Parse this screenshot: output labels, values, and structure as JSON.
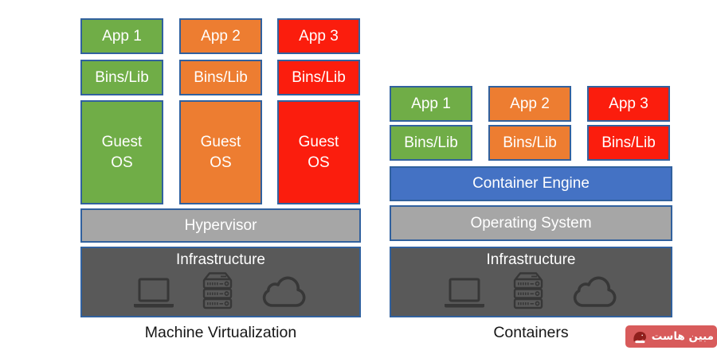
{
  "colors": {
    "border": "#31619E",
    "green": "#70AD47",
    "orange": "#ED7D31",
    "red": "#FB1D0D",
    "blue": "#4472C4",
    "light_gray": "#A6A6A6",
    "dark_gray": "#595959",
    "icon_dark": "#373737",
    "label_text": "#161616",
    "logo_red": "#D85B5B",
    "logo_icon_red": "#8F1F1C"
  },
  "machine_virtualization": {
    "label": "Machine Virtualization",
    "stacks": [
      {
        "app": "App 1",
        "bins": "Bins/Lib",
        "os_line1": "Guest",
        "os_line2": "OS"
      },
      {
        "app": "App 2",
        "bins": "Bins/Lib",
        "os_line1": "Guest",
        "os_line2": "OS"
      },
      {
        "app": "App 3",
        "bins": "Bins/Lib",
        "os_line1": "Guest",
        "os_line2": "OS"
      }
    ],
    "hypervisor": "Hypervisor",
    "infrastructure": "Infrastructure"
  },
  "containers": {
    "label": "Containers",
    "stacks": [
      {
        "app": "App 1",
        "bins": "Bins/Lib"
      },
      {
        "app": "App 2",
        "bins": "Bins/Lib"
      },
      {
        "app": "App 3",
        "bins": "Bins/Lib"
      }
    ],
    "container_engine": "Container Engine",
    "operating_system": "Operating System",
    "infrastructure": "Infrastructure"
  },
  "icons": {
    "infrastructure": [
      "laptop",
      "server-rack",
      "cloud"
    ],
    "logo": "mammoth"
  },
  "logo": {
    "text": "مبین هاست"
  }
}
